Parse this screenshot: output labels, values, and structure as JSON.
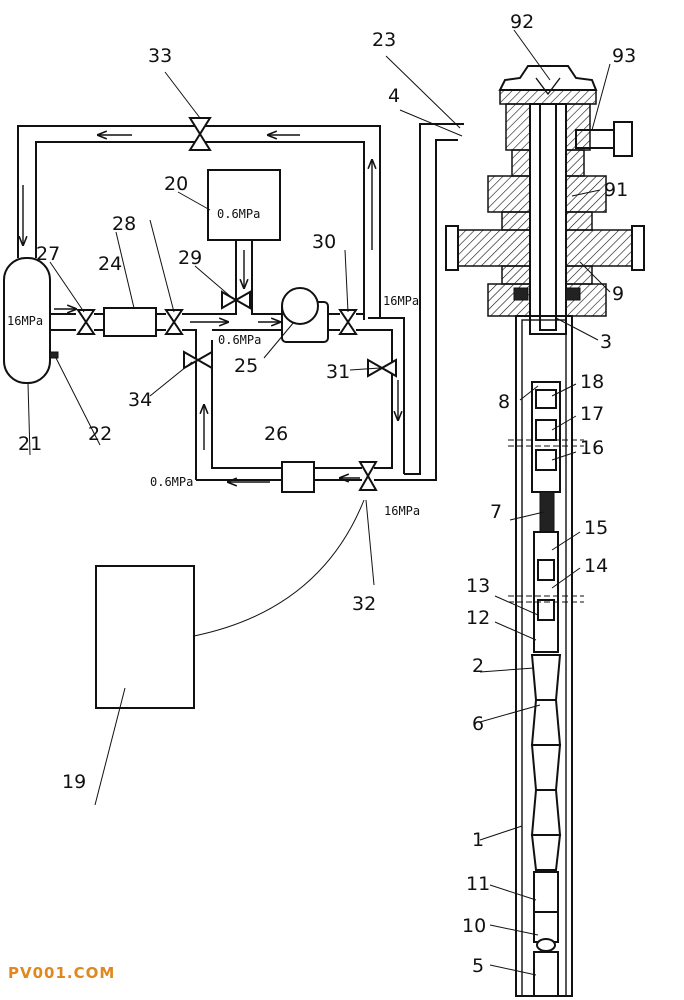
{
  "pressure_labels": {
    "tank_21": "16MPa",
    "tank_20": "0.6MPa",
    "pump_out": "0.6MPa",
    "upper_right": "16MPa",
    "lower_left": "0.6MPa",
    "lower_right": "16MPa"
  },
  "callouts": {
    "c1": "1",
    "c2": "2",
    "c3": "3",
    "c4": "4",
    "c5": "5",
    "c6": "6",
    "c7": "7",
    "c8": "8",
    "c9": "9",
    "c10": "10",
    "c11": "11",
    "c12": "12",
    "c13": "13",
    "c14": "14",
    "c15": "15",
    "c16": "16",
    "c17": "17",
    "c18": "18",
    "c19": "19",
    "c20": "20",
    "c21": "21",
    "c22": "22",
    "c23": "23",
    "c24": "24",
    "c25": "25",
    "c26": "26",
    "c27": "27",
    "c28": "28",
    "c29": "29",
    "c30": "30",
    "c31": "31",
    "c32": "32",
    "c33": "33",
    "c34": "34",
    "c91": "91",
    "c92": "92",
    "c93": "93"
  },
  "watermark": "PV001.COM"
}
